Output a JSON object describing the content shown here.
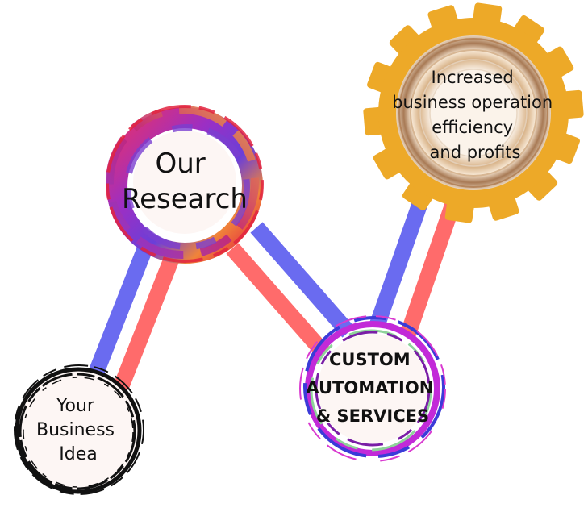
{
  "nodes": {
    "business_idea": {
      "lines": [
        "Your",
        "Business",
        "Idea"
      ]
    },
    "research": {
      "lines": [
        "Our",
        "Research"
      ]
    },
    "automation": {
      "lines": [
        "CUSTOM",
        "AUTOMATION",
        "& SERVICES"
      ]
    },
    "efficiency": {
      "lines": [
        "Increased",
        "business operation",
        "efficiency",
        "and profits"
      ]
    }
  },
  "colors": {
    "connector_blue": "#6a6bf0",
    "connector_red": "#ff6b6b",
    "gear": "#eda928",
    "node_fill": "#fdf6f4"
  },
  "icons": [
    "ink-ring",
    "paint-ring",
    "swirl-ring",
    "gear-icon"
  ]
}
